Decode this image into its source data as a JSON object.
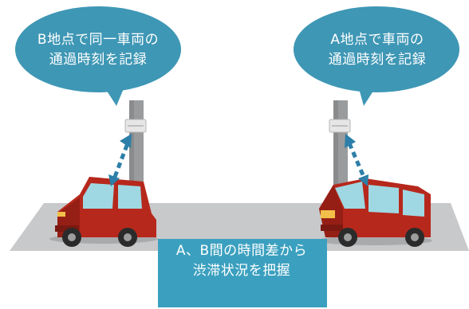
{
  "bubble_b": {
    "line1": "B地点で同一車両の",
    "line2": "通過時刻を記録"
  },
  "bubble_a": {
    "line1": "A地点で車両の",
    "line2": "通過時刻を記録"
  },
  "caption": {
    "line1": "A、B間の時間差から",
    "line2": "渋滞状況を把握"
  },
  "colors": {
    "bubble": "#3e97b5",
    "caption_box": "#3ba0bf",
    "road": "#c8c9cb",
    "pole": "#9a9b9d",
    "car_body": "#b7281c",
    "car_window": "#9fd8e2",
    "signal_arrow": "#2c7fa8"
  }
}
